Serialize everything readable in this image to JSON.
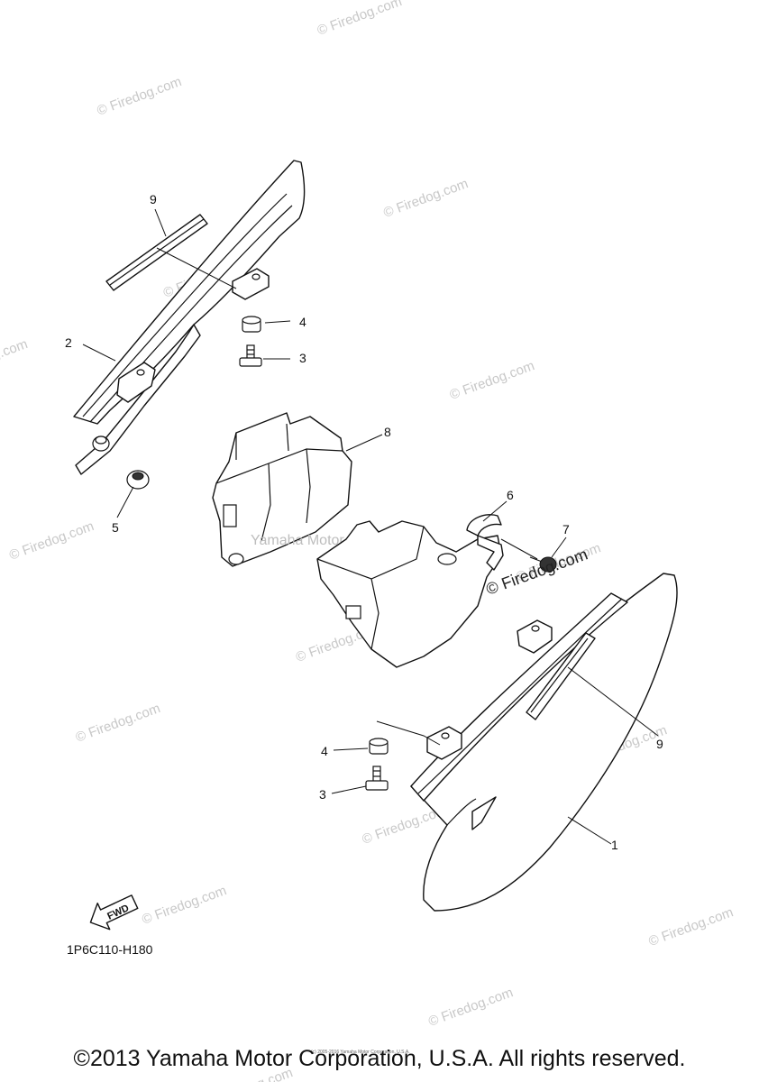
{
  "watermark": "© Firedog.com",
  "center_watermark": "Yamaha Motor.Com, U.S.A.",
  "diagram_code": "1P6C110-H180",
  "fwd_label": "FWD",
  "tiny_notice": "(c) 2005-2016 Yamaha Motor Corporation, U.S.A.",
  "copyright": "©2013 Yamaha Motor Corporation, U.S.A. All rights reserved.",
  "callouts": {
    "c1": "1",
    "c2": "2",
    "c3a": "3",
    "c3b": "3",
    "c4a": "4",
    "c4b": "4",
    "c5": "5",
    "c6": "6",
    "c7": "7",
    "c8": "8",
    "c9a": "9",
    "c9b": "9"
  }
}
